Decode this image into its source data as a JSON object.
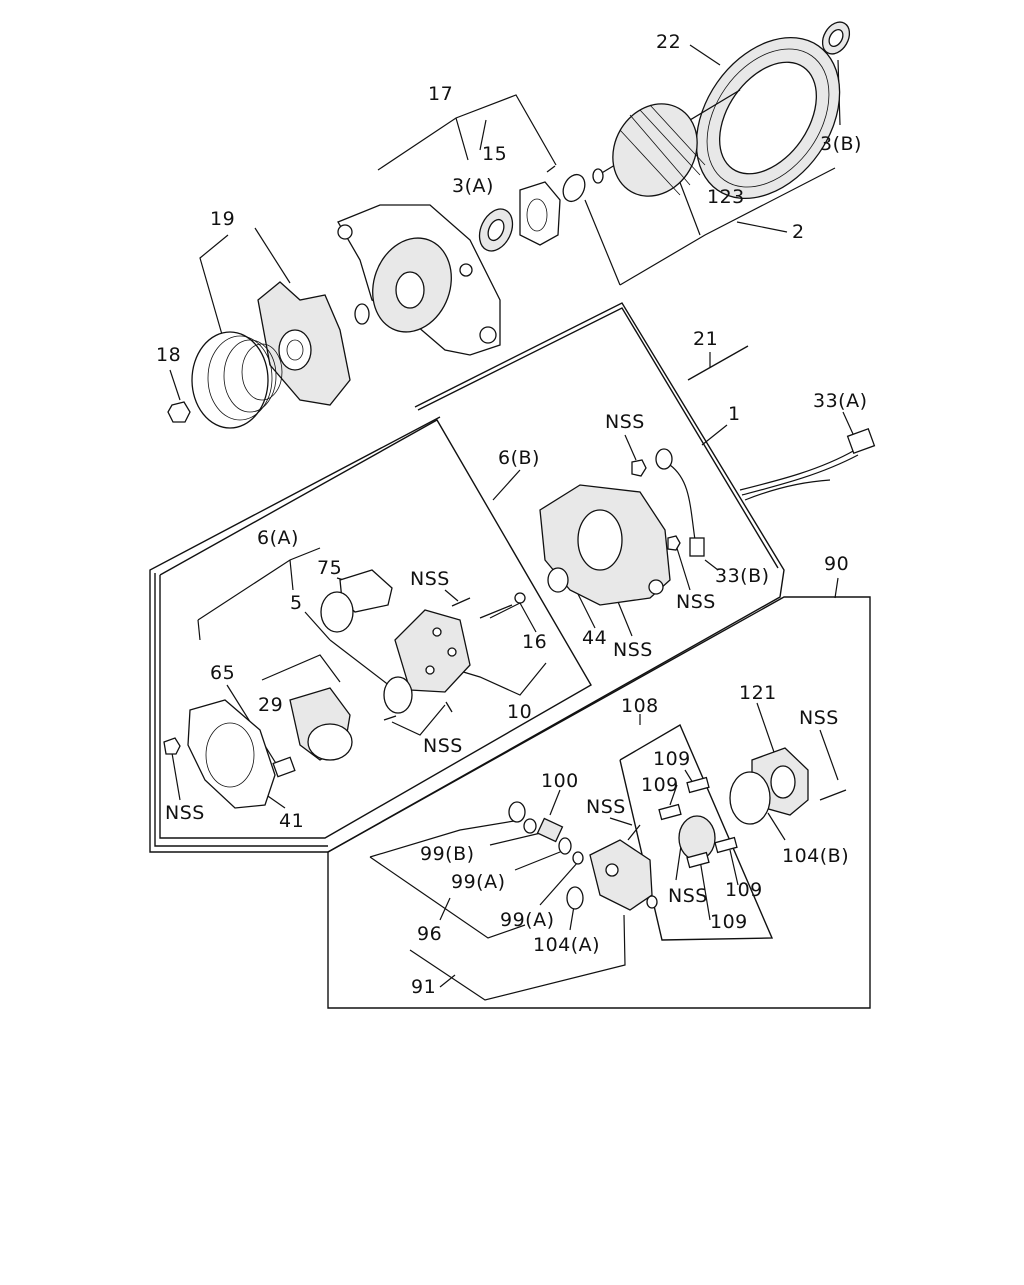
{
  "diagram": {
    "callouts": [
      {
        "id": "c17",
        "text": "17"
      },
      {
        "id": "c22",
        "text": "22"
      },
      {
        "id": "c15",
        "text": "15"
      },
      {
        "id": "c3A",
        "text": "3(A)"
      },
      {
        "id": "c3B",
        "text": "3(B)"
      },
      {
        "id": "c123",
        "text": "123"
      },
      {
        "id": "c2",
        "text": "2"
      },
      {
        "id": "c19",
        "text": "19"
      },
      {
        "id": "c18",
        "text": "18"
      },
      {
        "id": "c21",
        "text": "21"
      },
      {
        "id": "c33A",
        "text": "33(A)"
      },
      {
        "id": "c1",
        "text": "1"
      },
      {
        "id": "cNSS1",
        "text": "NSS"
      },
      {
        "id": "c6B",
        "text": "6(B)"
      },
      {
        "id": "c6A",
        "text": "6(A)"
      },
      {
        "id": "c75",
        "text": "75"
      },
      {
        "id": "cNSS2",
        "text": "NSS"
      },
      {
        "id": "c5",
        "text": "5"
      },
      {
        "id": "c33B",
        "text": "33(B)"
      },
      {
        "id": "cNSS3",
        "text": "NSS"
      },
      {
        "id": "c90",
        "text": "90"
      },
      {
        "id": "c16",
        "text": "16"
      },
      {
        "id": "c44",
        "text": "44"
      },
      {
        "id": "cNSS4",
        "text": "NSS"
      },
      {
        "id": "c65",
        "text": "65"
      },
      {
        "id": "c29",
        "text": "29"
      },
      {
        "id": "c10",
        "text": "10"
      },
      {
        "id": "cNSS5",
        "text": "NSS"
      },
      {
        "id": "c121",
        "text": "121"
      },
      {
        "id": "c108",
        "text": "108"
      },
      {
        "id": "cNSS6",
        "text": "NSS"
      },
      {
        "id": "c109a",
        "text": "109"
      },
      {
        "id": "c109b",
        "text": "109"
      },
      {
        "id": "c100",
        "text": "100"
      },
      {
        "id": "cNSS7",
        "text": "NSS"
      },
      {
        "id": "cNSS8",
        "text": "NSS"
      },
      {
        "id": "c41",
        "text": "41"
      },
      {
        "id": "c99B",
        "text": "99(B)"
      },
      {
        "id": "c104B",
        "text": "104(B)"
      },
      {
        "id": "c99A1",
        "text": "99(A)"
      },
      {
        "id": "cNSS9",
        "text": "NSS"
      },
      {
        "id": "c109c",
        "text": "109"
      },
      {
        "id": "c99A2",
        "text": "99(A)"
      },
      {
        "id": "c109d",
        "text": "109"
      },
      {
        "id": "c96",
        "text": "96"
      },
      {
        "id": "c104A",
        "text": "104(A)"
      },
      {
        "id": "c91",
        "text": "91"
      }
    ]
  }
}
